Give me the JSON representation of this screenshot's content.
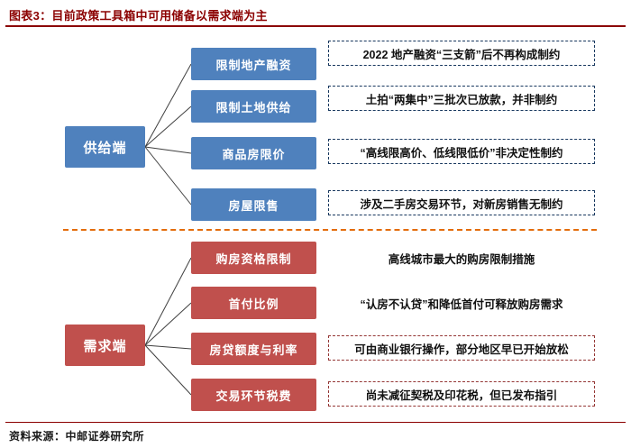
{
  "header": {
    "title": "图表3：目前政策工具箱中可用储备以需求端为主"
  },
  "diagram": {
    "supply": {
      "label": "供给端",
      "rows": [
        {
          "label": "限制地产融资",
          "desc": "2022 地产融资“三支箭”后不再构成制约"
        },
        {
          "label": "限制土地供给",
          "desc": "土拍“两集中”三批次已放款，并非制约"
        },
        {
          "label": "商品房限价",
          "desc": "“高线限高价、低线限低价”非决定性制约"
        },
        {
          "label": "房屋限售",
          "desc": "涉及二手房交易环节，对新房销售无制约"
        }
      ]
    },
    "demand": {
      "label": "需求端",
      "rows": [
        {
          "label": "购房资格限制",
          "desc": "高线城市最大的购房限制措施"
        },
        {
          "label": "首付比例",
          "desc": "“认房不认贷”和降低首付可释放购房需求"
        },
        {
          "label": "房贷额度与利率",
          "desc": "可由商业银行操作，部分地区早已开始放松"
        },
        {
          "label": "交易环节税费",
          "desc": "尚未减征契税及印花税，但已发布指引"
        }
      ]
    },
    "colors": {
      "supply_box": "#4F81BD",
      "demand_box": "#C0504D",
      "supply_dashed_border": "#17375E",
      "demand_dashed_border": "#943634",
      "divider_dashed": "#E36C0A",
      "accent_dark_red": "#8B0000"
    }
  },
  "footer": {
    "source": "资料来源：中邮证券研究所"
  }
}
